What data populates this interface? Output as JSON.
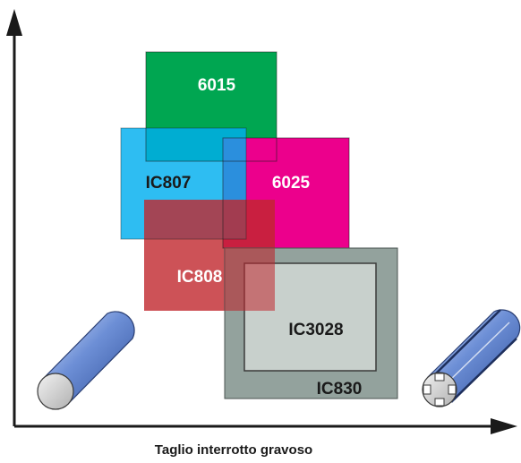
{
  "x_axis": {
    "label": "Taglio interrotto gravoso"
  },
  "grades": {
    "g6015": {
      "label": "6015",
      "color": "#00a651",
      "text_color": "#ffffff"
    },
    "gIC807": {
      "label": "IC807",
      "color": "#00aeef",
      "text_color": "#1a1a1a"
    },
    "g6025": {
      "label": "6025",
      "color": "#ec008c",
      "text_color": "#ffffff"
    },
    "gIC808": {
      "label": "IC808",
      "color": "#c1272d",
      "text_color": "#ffffff"
    },
    "gIC830": {
      "label": "IC830",
      "color": "#8a9a95",
      "text_color": "#1a1a1a"
    },
    "gIC3028": {
      "label": "IC3028",
      "color": "#c8d0cc",
      "text_color": "#1a1a1a"
    }
  },
  "icons": {
    "continuous": "solid-bar-icon",
    "interrupted": "slotted-bar-icon"
  }
}
